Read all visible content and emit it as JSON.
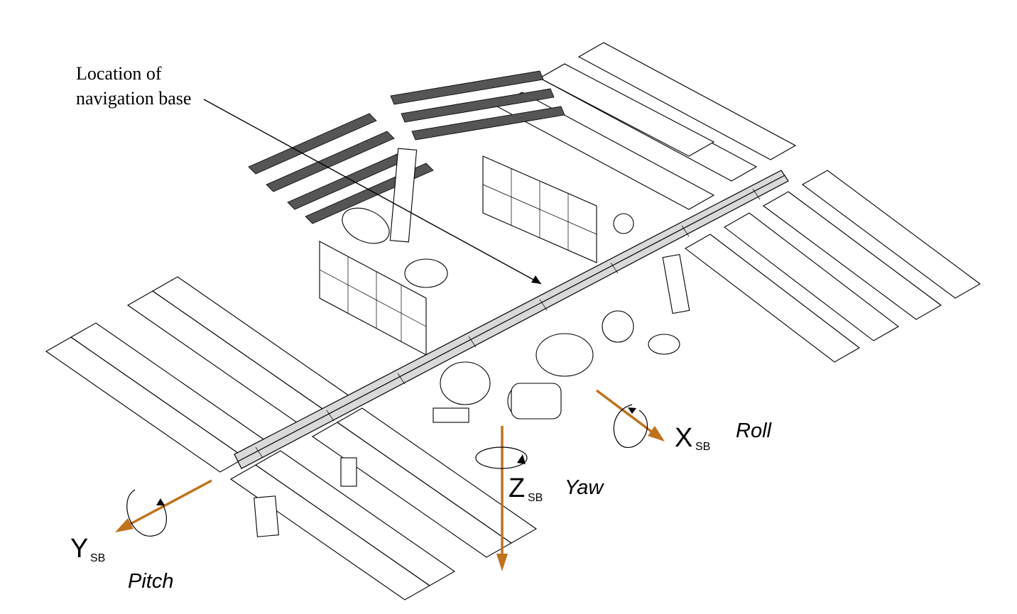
{
  "callout": {
    "line1": "Location of",
    "line2": "navigation base"
  },
  "axes": {
    "x": {
      "letter": "X",
      "subscript": "SB",
      "rotation": "Roll"
    },
    "y": {
      "letter": "Y",
      "subscript": "SB",
      "rotation": "Pitch"
    },
    "z": {
      "letter": "Z",
      "subscript": "SB",
      "rotation": "Yaw"
    }
  },
  "colors": {
    "axis_arrow": "#c0721d",
    "line_art": "#000000",
    "background": "#ffffff"
  }
}
